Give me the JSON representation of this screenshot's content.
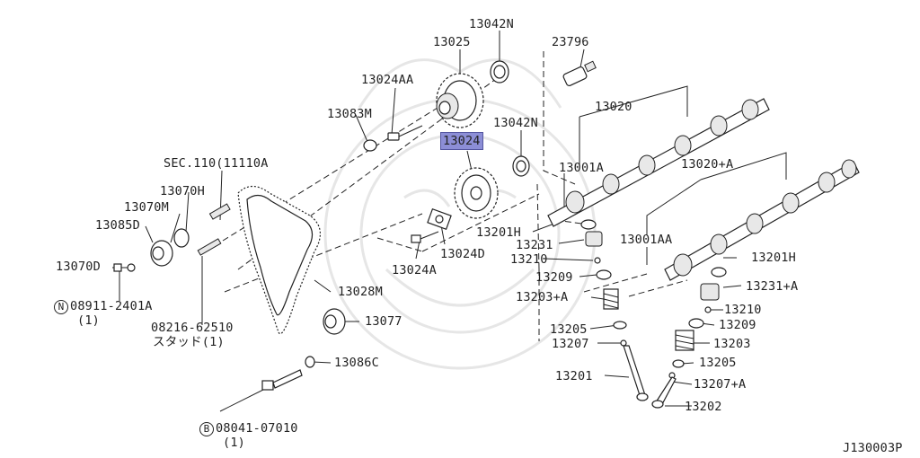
{
  "diagram_id": "J130003P",
  "highlighted_part": "13024",
  "colors": {
    "highlight": "#8c8ed6",
    "lines": "#222222"
  },
  "labels": {
    "p13042n_top": "13042N",
    "p13025": "13025",
    "p23796": "23796",
    "p13024aa": "13024AA",
    "p13083m": "13083M",
    "p13024": "13024",
    "p13042n_mid": "13042N",
    "p13020": "13020",
    "sec110": "SEC.110(11110A",
    "p13001a": "13001A",
    "p13020a": "13020+A",
    "p13070h": "13070H",
    "p13070m": "13070M",
    "p13085d": "13085D",
    "p13070d": "13070D",
    "p13201h_left": "13201H",
    "p13231": "13231",
    "p13210_left": "13210",
    "p13209_left": "13209",
    "p13203a": "13203+A",
    "p13205_left": "13205",
    "p13207": "13207",
    "p13201": "13201",
    "p13024d": "13024D",
    "p13024a": "13024A",
    "p13001aa": "13001AA",
    "p13201h_right": "13201H",
    "p13231a": "13231+A",
    "p13210_right": "13210",
    "p13209_right": "13209",
    "p13203": "13203",
    "p13205_right": "13205",
    "p13207a": "13207+A",
    "p13202": "13202",
    "p13028m": "13028M",
    "p13077": "13077",
    "p13086c": "13086C",
    "nut_symbol": "N",
    "nut_part": "08911-2401A",
    "nut_qty": "(1)",
    "stud_part": "08216-62510",
    "stud_note": "スタッド(1)",
    "bolt_symbol": "B",
    "bolt_part": "08041-07010",
    "bolt_qty": "(1)"
  }
}
